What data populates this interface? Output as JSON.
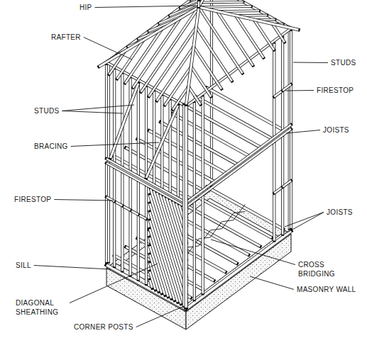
{
  "diagram": {
    "labels": [
      "HIP",
      "RAFTER",
      "STUDS",
      "FIRESTOP",
      "JOISTS",
      "STUDS",
      "BRACING",
      "FIRESTOP",
      "JOISTS",
      "SILL",
      "CROSS BRIDGING",
      "MASONRY WALL",
      "DIAGONAL SHEATHING",
      "CORNER POSTS"
    ]
  }
}
